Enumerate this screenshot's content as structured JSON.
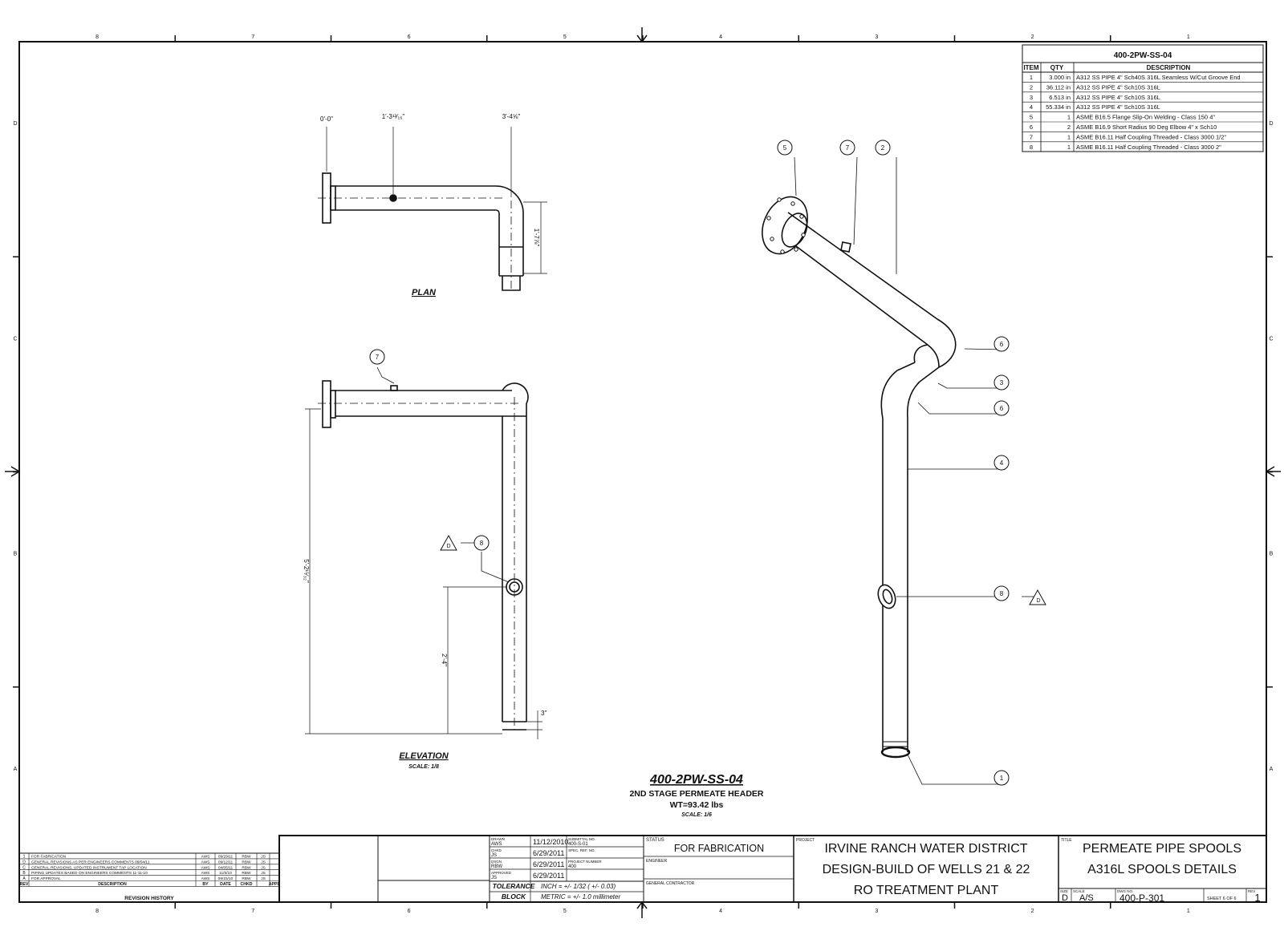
{
  "border": {
    "zones_top": [
      "8",
      "7",
      "6",
      "5",
      "4",
      "3",
      "2",
      "1"
    ],
    "zones_side": [
      "D",
      "C",
      "B",
      "A"
    ]
  },
  "bom": {
    "title": "400-2PW-SS-04",
    "headers": [
      "ITEM",
      "QTY",
      "DESCRIPTION"
    ],
    "rows": [
      [
        "1",
        "3.000 in",
        "A312 SS PIPE 4\" Sch40S 316L Seamless W/Cut Groove End"
      ],
      [
        "2",
        "36.112 in",
        "A312 SS PIPE 4\" Sch10S 316L"
      ],
      [
        "3",
        "6.513 in",
        "A312 SS PIPE 4\" Sch10S 316L"
      ],
      [
        "4",
        "55.334 in",
        "A312 SS PIPE 4\" Sch10S 316L"
      ],
      [
        "5",
        "1",
        "ASME B16.5 Flange Slip-On Welding - Class 150 4\""
      ],
      [
        "6",
        "2",
        "ASME B16.9 Short Radius 90 Deg Elbow 4\" x Sch10"
      ],
      [
        "7",
        "1",
        "ASME B16.11 Half Coupling Threaded - Class 3000 1/2\""
      ],
      [
        "8",
        "1",
        "ASME B16.11 Half Coupling Threaded - Class 3000 2\""
      ]
    ]
  },
  "plan": {
    "label": "PLAN",
    "dims": [
      "0'-0\"",
      "1'-3¹³⁄₁₆\"",
      "3'-4⅝\"",
      "1'-7⅞\""
    ]
  },
  "elevation": {
    "label": "ELEVATION",
    "scale": "SCALE: 1/8",
    "dims": [
      "5'-2¹⁵⁄₃₂\"",
      "2'-4\"",
      "3\""
    ],
    "balloons": [
      "7",
      "8"
    ],
    "delta": "D"
  },
  "iso": {
    "balloons": [
      "5",
      "7",
      "2",
      "6",
      "3",
      "6",
      "4",
      "8",
      "1"
    ],
    "delta": "D"
  },
  "caption": {
    "title": "400-2PW-SS-04",
    "subtitle": "2ND STAGE PERMEATE HEADER",
    "weight": "WT=93.42 lbs",
    "scale": "SCALE: 1/6"
  },
  "revisions": {
    "rows": [
      [
        "1",
        "FOR FABRICATION",
        "AWS",
        "09/29/11",
        "RBW",
        "JS"
      ],
      [
        "D",
        "GENERAL REVISIONS AS PER ENGINEERS COMMENTS 09/04/11",
        "AWS",
        "09/12/11",
        "RBW",
        "JS"
      ],
      [
        "C",
        "GENERAL REVISIONS, UPDATED INSTRUMENT TAP LOCATION",
        "AWS",
        "04/05/11",
        "RBW",
        "JS"
      ],
      [
        "B",
        "PIPING UPDATES BASED ON ENGINEERS COMMENTS 11-11-10",
        "AWS",
        "11/5/10",
        "RBW",
        "JS"
      ],
      [
        "A",
        "FOR APPROVAL",
        "AWS",
        "09/15/10",
        "RBW",
        "JS"
      ]
    ],
    "headers": [
      "REV",
      "DESCRIPTION",
      "BY",
      "DATE",
      "CHKD",
      "APPD"
    ],
    "footer": "REVISION HISTORY"
  },
  "title_block": {
    "dates": [
      "11/12/2010",
      "6/29/2011",
      "6/29/2011",
      "6/29/2011"
    ],
    "date_labels": [
      "DRAWN",
      "CHKD",
      "DSGN",
      "APPROVED"
    ],
    "ref_labels": [
      "SUBMITTAL NO.",
      "SPEC. REF. NO.",
      "PROJECT NUMBER"
    ],
    "refs": [
      "400-S-01",
      "",
      "400"
    ],
    "initials": [
      "AWS",
      "JS",
      "RBW",
      "JS"
    ],
    "tolerance_label": "TOLERANCE\nBLOCK",
    "tolerance_1": "TOLERANCE",
    "tolerance_2": "BLOCK",
    "inch": "INCH = +/- 1/32 ( +/- 0.03)",
    "metric": "METRIC = +/- 1.0 millimeter",
    "status_label": "STATUS",
    "status": "FOR FABRICATION",
    "engineer_label": "ENGINEER",
    "gc_label": "GENERAL CONTRACTOR",
    "project_label": "PROJECT",
    "project_1": "IRVINE RANCH WATER DISTRICT",
    "project_2": "DESIGN-BUILD OF WELLS 21 & 22",
    "project_3": "RO TREATMENT PLANT",
    "title_label": "TITLE",
    "title_1": "PERMEATE PIPE SPOOLS",
    "title_2": "A316L SPOOLS DETAILS",
    "size_label": "SIZE",
    "size": "D",
    "scale_label": "SCALE",
    "scale": "A/S",
    "dwg_label": "DWG NO.",
    "dwg": "400-P-301",
    "sheet": "SHEET 6 OF 6",
    "rev_label": "REV",
    "rev": "1"
  }
}
